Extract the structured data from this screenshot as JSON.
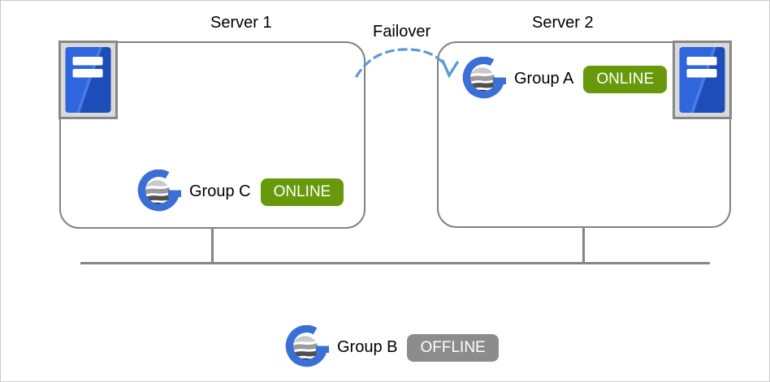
{
  "diagram": {
    "servers": [
      {
        "label": "Server 1",
        "icon": "server-tower-icon",
        "group": {
          "name": "Group C",
          "status": "ONLINE",
          "icon": "cluster-group-icon"
        }
      },
      {
        "label": "Server 2",
        "icon": "server-tower-icon",
        "group": {
          "name": "Group A",
          "status": "ONLINE",
          "icon": "cluster-group-icon"
        }
      }
    ],
    "failover": {
      "label": "Failover",
      "icon": "dashed-curved-arrow-icon",
      "direction": "Server 1 to Server 2"
    },
    "standby_group": {
      "name": "Group B",
      "status": "OFFLINE",
      "icon": "cluster-group-icon"
    },
    "network": {
      "shape": "bus-line-connecting-both-servers"
    },
    "colors": {
      "online_bg": "#67990a",
      "offline_bg": "#8c8c8c",
      "badge_text": "#ffffff",
      "arrow_blue": "#5b9bd5",
      "box_border": "#828282",
      "connector_gray": "#858585",
      "logo_blue": "#3b6fd6",
      "server_icon_blue": "#1c4db8",
      "server_icon_blue_light": "#2f66dd",
      "plate_bg": "#d9d9d9",
      "plate_border": "#878787",
      "label_text": "#000000",
      "canvas_border": "#c9c9c9"
    }
  }
}
